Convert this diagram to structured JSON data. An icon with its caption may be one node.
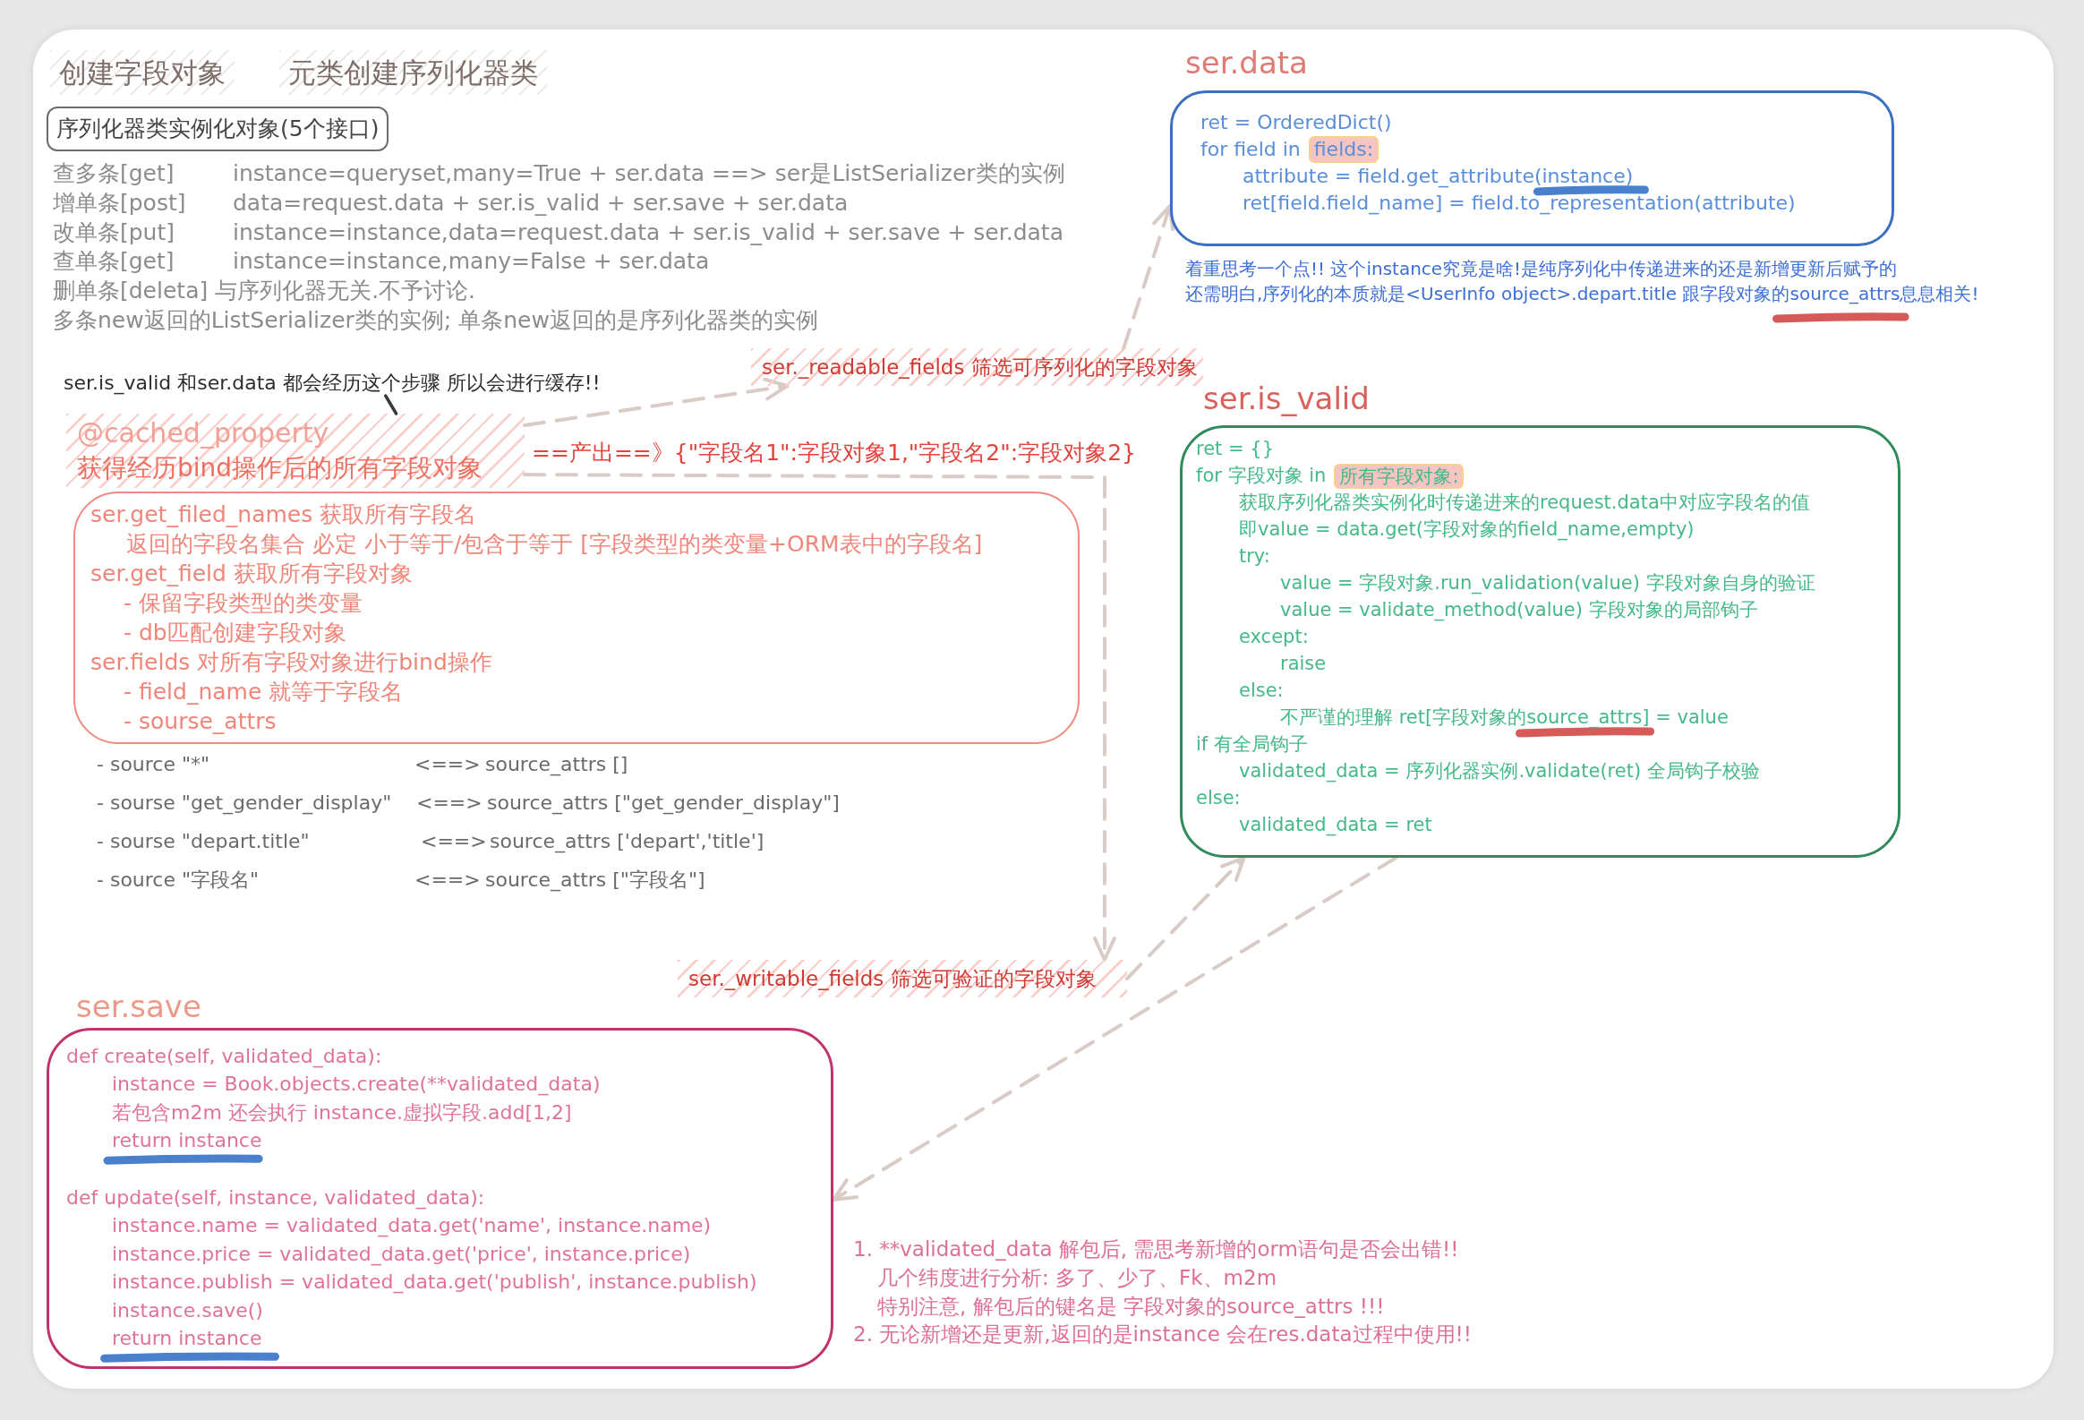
{
  "diagram": {
    "nodes": [
      {
        "text": [
          "创建字段对象"
        ]
      },
      {
        "text": [
          "元类创建序列化器类"
        ]
      },
      {
        "text": [
          "序列化器类实例化对象(5个接口)"
        ]
      },
      {
        "text": [
          "ser.is_valid 和ser.data 都会经历这个步骤 所以会进行缓存!!"
        ]
      },
      {
        "text": [
          "@cached_property",
          "获得经历bind操作后的所有字段对象"
        ],
        "beside": [
          "==产出==》{\"字段名1\":字段对象1,\"字段名2\":字段对象2}"
        ]
      },
      {
        "text": [
          "ser.get_filed_names 获取所有字段名",
          "返回的字段名集合 必定 小于等于/包含于等于 [字段类型的类变量+ORM表中的字段名]",
          "ser.get_field 获取所有字段对象",
          "- 保留字段类型的类变量",
          "- db匹配创建字段对象",
          "ser.fields 对所有字段对象进行bind操作",
          "- field_name 就等于字段名",
          "- sourse_attrs"
        ]
      },
      {
        "text": [
          "ser._readable_fields 筛选可序列化的字段对象"
        ]
      },
      {
        "text": [
          "ser.data",
          "ret = OrderedDict()",
          "for field in",
          "attribute = field.get_attribute(instance)",
          "ret[field.field_name] = field.to_representation(attribute)"
        ]
      },
      {
        "text": [
          "fields:"
        ],
        "in": 7
      },
      {
        "text": [
          "ser.is_valid",
          "ret = {}",
          "for 字段对象 in",
          "获取序列化器类实例化时传递进来的request.data中对应字段名的值",
          "即value = data.get(字段对象的field_name,empty)",
          "try:",
          "value = 字段对象.run_validation(value) 字段对象自身的验证",
          "value = validate_method(value) 字段对象的局部钩子",
          "except:",
          "raise",
          "else:",
          "不严谨的理解 ret[字段对象的source_attrs] = value",
          "if 有全局钩子",
          "validated_data = 序列化器实例.validate(ret) 全局钩子校验",
          "else:",
          "validated_data = ret"
        ]
      },
      {
        "text": [
          "所有字段对象:"
        ],
        "in": 9
      },
      {
        "text": [
          "ser._writable_fields 筛选可验证的字段对象"
        ]
      },
      {
        "text": [
          "ser.save",
          "def create(self, validated_data):",
          "instance = Book.objects.create(**validated_data)",
          "若包含m2m 还会执行 instance.虚拟字段.add[1,2]",
          "return instance",
          "def update(self, instance, validated_data):",
          "instance.name = validated_data.get('name', instance.name)",
          "instance.price = validated_data.get('price', instance.price)",
          "instance.publish = validated_data.get('publish', instance.publish)",
          "instance.save()",
          "return instance"
        ]
      }
    ],
    "edges": [
      {
        "from": 3,
        "to": 4,
        "arrow": "none",
        "color": "#3a3a3a"
      },
      {
        "from": 4,
        "to": 6,
        "arrow": "to",
        "style": "dashed"
      },
      {
        "from": 6,
        "to": 7,
        "arrow": "to",
        "style": "dashed"
      },
      {
        "from": 4,
        "to": 11,
        "arrow": "to",
        "style": "dashed"
      },
      {
        "from": 11,
        "to": 9,
        "arrow": "to",
        "style": "dashed"
      },
      {
        "from": 9,
        "to": 12,
        "arrow": "to",
        "style": "dashed"
      }
    ],
    "labels": [
      "查多条[get]",
      "instance=queryset,many=True + ser.data ==> ser是ListSerializer类的实例",
      "增单条[post]",
      "data=request.data + ser.is_valid + ser.save + ser.data",
      "改单条[put]",
      "instance=instance,data=request.data + ser.is_valid + ser.save + ser.data",
      "查单条[get]",
      "instance=instance,many=False + ser.data",
      "删单条[deleta] 与序列化器无关.不予讨论.",
      "多条new返回的ListSerializer类的实例; 单条new返回的是序列化器类的实例",
      "着重思考一个点!! 这个instance究竟是啥!是纯序列化中传递进来的还是新增更新后赋予的",
      "还需明白,序列化的本质就是<UserInfo object>.depart.title 跟字段对象的source_attrs息息相关!",
      "- source \"*\"",
      "<==>",
      "source_attrs []",
      "- sourse \"get_gender_display\"",
      "<==>",
      "source_attrs [\"get_gender_display\"]",
      "- sourse \"depart.title\"",
      "<==>",
      "source_attrs ['depart','title']",
      "- source \"字段名\"",
      "<==>",
      "source_attrs [\"字段名\"]",
      "1. **validated_data 解包后, 需思考新增的orm语句是否会出错!!",
      "几个纬度进行分析: 多了、少了、Fk、m2m",
      "特别注意, 解包后的键名是 字段对象的source_attrs !!!",
      "2. 无论新增还是更新,返回的是instance 会在res.data过程中使用!!"
    ]
  }
}
